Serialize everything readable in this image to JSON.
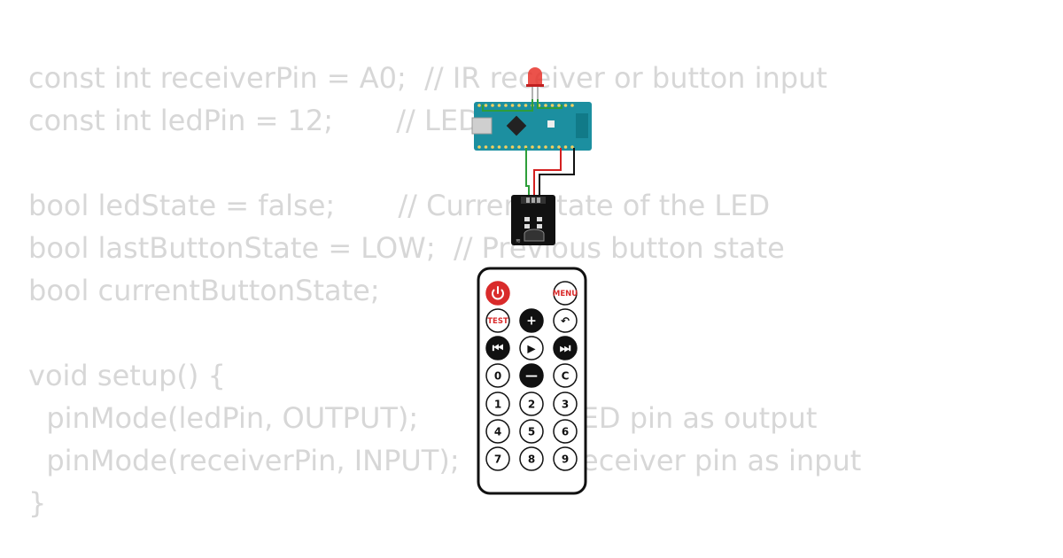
{
  "code_lines": [
    "const int receiverPin = A0;  // IR receiver or button input",
    "const int ledPin = 12;       // LED output",
    "",
    "bool ledState = false;       // Current state of the LED",
    "bool lastButtonState = LOW;  // Previous button state",
    "bool currentButtonState;",
    "",
    "void setup() {",
    "  pinMode(ledPin, OUTPUT);       // Set LED pin as output",
    "  pinMode(receiverPin, INPUT);   // Set receiver pin as input",
    "}"
  ],
  "remote": {
    "buttons": [
      {
        "id": "power",
        "label": "",
        "kind": "power"
      },
      {
        "id": "menu",
        "label": "MENU",
        "kind": "red-text"
      },
      {
        "id": "test",
        "label": "TEST",
        "kind": "red-text"
      },
      {
        "id": "plus",
        "label": "+",
        "kind": "dark"
      },
      {
        "id": "back",
        "label": "↶",
        "kind": "plain"
      },
      {
        "id": "prev",
        "label": "⏮",
        "kind": "dark"
      },
      {
        "id": "play",
        "label": "▶",
        "kind": "plain"
      },
      {
        "id": "next",
        "label": "⏭",
        "kind": "dark"
      },
      {
        "id": "0",
        "label": "0",
        "kind": "plain"
      },
      {
        "id": "minus",
        "label": "—",
        "kind": "dark"
      },
      {
        "id": "c",
        "label": "C",
        "kind": "plain"
      },
      {
        "id": "1",
        "label": "1",
        "kind": "plain"
      },
      {
        "id": "2",
        "label": "2",
        "kind": "plain"
      },
      {
        "id": "3",
        "label": "3",
        "kind": "plain"
      },
      {
        "id": "4",
        "label": "4",
        "kind": "plain"
      },
      {
        "id": "5",
        "label": "5",
        "kind": "plain"
      },
      {
        "id": "6",
        "label": "6",
        "kind": "plain"
      },
      {
        "id": "7",
        "label": "7",
        "kind": "plain"
      },
      {
        "id": "8",
        "label": "8",
        "kind": "plain"
      },
      {
        "id": "9",
        "label": "9",
        "kind": "plain"
      }
    ]
  },
  "colors": {
    "code_text": "#d7d7d7",
    "board": "#1c8fa0",
    "led": "#e8342c",
    "wire_green": "#2e9e3a",
    "wire_red": "#d42020",
    "wire_black": "#111111",
    "remote_red": "#d92b2b"
  }
}
